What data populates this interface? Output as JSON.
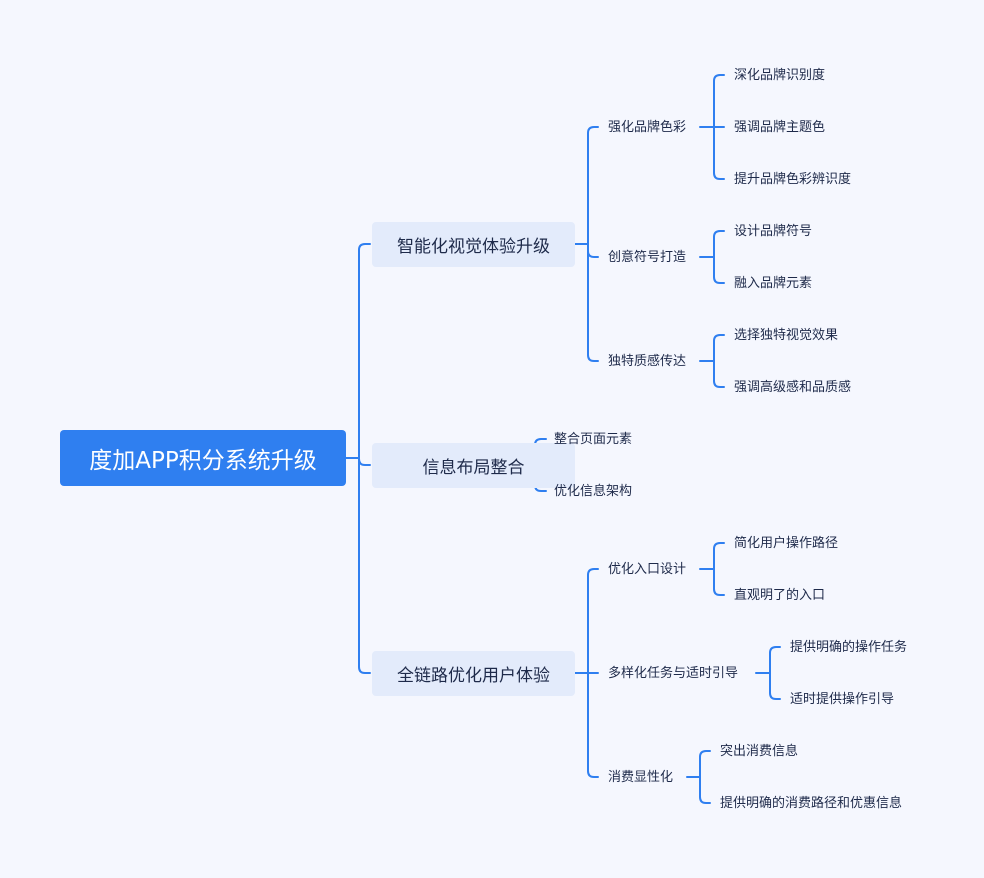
{
  "mindmap": {
    "root": "度加APP积分系统升级",
    "branches": [
      {
        "label": "智能化视觉体验升级",
        "children": [
          {
            "label": "强化品牌色彩",
            "children": [
              "深化品牌识别度",
              "强调品牌主题色",
              "提升品牌色彩辨识度"
            ]
          },
          {
            "label": "创意符号打造",
            "children": [
              "设计品牌符号",
              "融入品牌元素"
            ]
          },
          {
            "label": "独特质感传达",
            "children": [
              "选择独特视觉效果",
              "强调高级感和品质感"
            ]
          }
        ]
      },
      {
        "label": "信息布局整合",
        "children": [
          {
            "label": "整合页面元素"
          },
          {
            "label": "优化信息架构"
          }
        ]
      },
      {
        "label": "全链路优化用户体验",
        "children": [
          {
            "label": "优化入口设计",
            "children": [
              "简化用户操作路径",
              "直观明了的入口"
            ]
          },
          {
            "label": "多样化任务与适时引导",
            "children": [
              "提供明确的操作任务",
              "适时提供操作引导"
            ]
          },
          {
            "label": "消费显性化",
            "children": [
              "突出消费信息",
              "提供明确的消费路径和优惠信息"
            ]
          }
        ]
      }
    ]
  },
  "colors": {
    "background": "#f5f7fe",
    "root_fill": "#2f7ff0",
    "branch_fill": "#e3ebfb",
    "connector": "#2f7ff0",
    "text": "#1e2a4a"
  }
}
